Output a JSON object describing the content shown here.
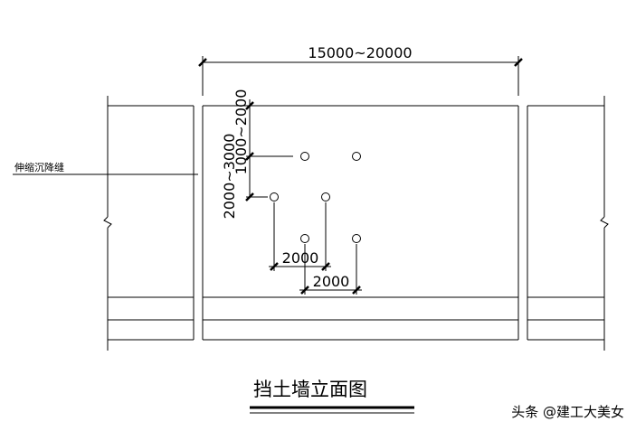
{
  "diagram": {
    "title": "挡土墙立面图",
    "joint_label": "伸缩沉降缝",
    "dim_total_width": "15000~20000",
    "dim_top_vertical": "1000~2000",
    "dim_mid_vertical": "2000~3000",
    "dim_spacing_upper": "2000",
    "dim_spacing_lower": "2000"
  },
  "watermark": {
    "text": "头条 @建工大美女"
  }
}
